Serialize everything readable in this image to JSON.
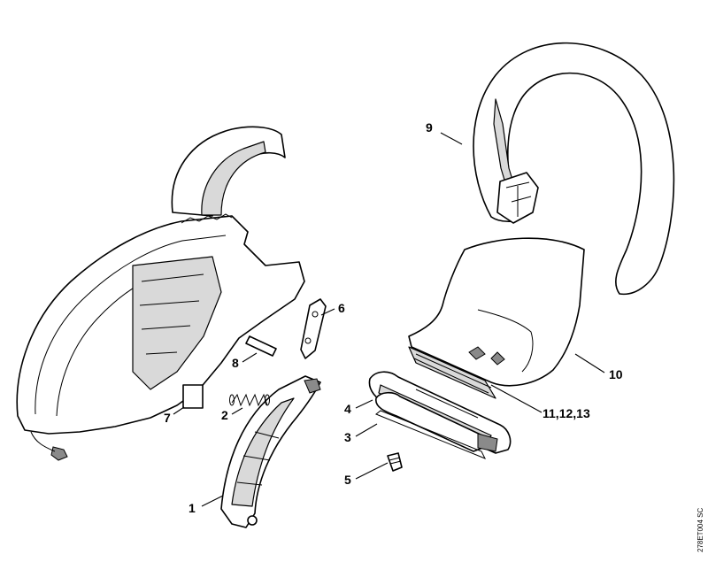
{
  "callouts": {
    "c1": "1",
    "c2": "2",
    "c3": "3",
    "c4": "4",
    "c5": "5",
    "c6": "6",
    "c7": "7",
    "c8": "8",
    "c9": "9",
    "c10": "10",
    "c11": "11,12,13"
  },
  "drawing_code": "278ET004 SC"
}
